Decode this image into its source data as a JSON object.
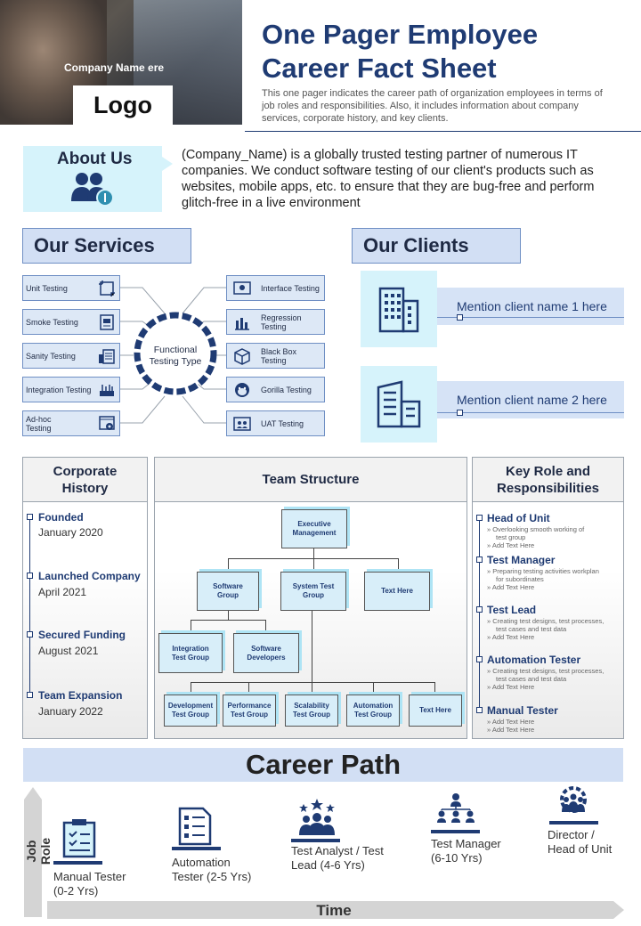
{
  "header": {
    "company_name": "Company Name ere",
    "logo": "Logo",
    "title_line1": "One Pager Employee",
    "title_line2": "Career Fact Sheet",
    "intro": "This one pager indicates the career path of organization employees in terms of job roles and responsibilities. Also, it includes information about company services, corporate history, and key clients."
  },
  "about": {
    "label": "About Us",
    "icon": "users-icon",
    "text": "(Company_Name) is a globally trusted testing partner of numerous IT companies. We conduct software testing of our client's products such as websites, mobile apps, etc. to ensure that they are bug-free and perform glitch-free in a live environment"
  },
  "services": {
    "heading": "Our Services",
    "center_line1": "Functional",
    "center_line2": "Testing Type",
    "left": [
      {
        "label": "Unit Testing",
        "icon": "crop-icon"
      },
      {
        "label": "Smoke Testing",
        "icon": "document-icon"
      },
      {
        "label": "Sanity Testing",
        "icon": "list-icon"
      },
      {
        "label": "Integration Testing",
        "icon": "router-icon"
      },
      {
        "label_line1": "Ad-hoc",
        "label_line2": "Testing",
        "icon": "gear-window-icon"
      }
    ],
    "right": [
      {
        "label": "Interface Testing",
        "icon": "interface-icon"
      },
      {
        "label_line1": "Regression",
        "label_line2": "Testing",
        "icon": "chart-icon"
      },
      {
        "label_line1": "Black Box",
        "label_line2": "Testing",
        "icon": "box-icon"
      },
      {
        "label": "Gorilla Testing",
        "icon": "gorilla-icon"
      },
      {
        "label": "UAT Testing",
        "icon": "people-window-icon"
      }
    ]
  },
  "clients": {
    "heading": "Our Clients",
    "items": [
      {
        "label": "Mention client name 1 here",
        "icon": "building-icon"
      },
      {
        "label": "Mention client name 2 here",
        "icon": "building-icon"
      }
    ]
  },
  "history": {
    "heading_line1": "Corporate",
    "heading_line2": "History",
    "events": [
      {
        "title": "Founded",
        "date": "January 2020"
      },
      {
        "title": "Launched Company",
        "date": "April 2021"
      },
      {
        "title": "Secured Funding",
        "date": "August 2021"
      },
      {
        "title": "Team Expansion",
        "date": "January 2022"
      }
    ]
  },
  "team": {
    "heading": "Team Structure",
    "executive": [
      "Executive",
      "Management"
    ],
    "software_group": [
      "Software",
      "Group"
    ],
    "system_test_group": [
      "System  Test",
      "Group"
    ],
    "text_here_1": "Text Here",
    "integration_group": [
      "Integration",
      "Test Group"
    ],
    "software_developers": [
      "Software",
      "Developers"
    ],
    "development_group": [
      "Development",
      "Test Group"
    ],
    "performance_group": [
      "Performance",
      "Test Group"
    ],
    "scalability_group": [
      "Scalability",
      "Test Group"
    ],
    "automation_group": [
      "Automation",
      "Test Group"
    ],
    "text_here_2": "Text Here"
  },
  "roles": {
    "heading_line1": "Key Role and",
    "heading_line2": "Responsibilities",
    "items": [
      {
        "title": "Head of Unit",
        "lines": [
          "»  Overlooking smooth working of",
          "test group",
          "»  Add Text Here"
        ]
      },
      {
        "title": "Test Manager",
        "lines": [
          "»  Preparing testing activities workplan",
          "for subordinates",
          "»  Add Text Here"
        ]
      },
      {
        "title": "Test Lead",
        "lines": [
          "»  Creating test designs, test processes,",
          "test cases and test data",
          "»  Add Text Here"
        ]
      },
      {
        "title": "Automation Tester",
        "lines": [
          "»  Creating test designs, test processes,",
          "test cases and test data",
          "»  Add Text Here"
        ]
      },
      {
        "title": "Manual Tester",
        "lines": [
          "»  Add Text Here",
          "»  Add Text Here"
        ]
      }
    ]
  },
  "career": {
    "heading": "Career Path",
    "y_label": "Job Role",
    "x_label": "Time",
    "steps": [
      {
        "line1": "Manual Tester",
        "line2": "(0-2 Yrs)",
        "icon": "clipboard-icon"
      },
      {
        "line1": "Automation",
        "line2": "Tester (2-5 Yrs)",
        "icon": "checklist-icon"
      },
      {
        "line1": "Test Analyst / Test",
        "line2": "Lead (4-6 Yrs)",
        "icon": "team-stars-icon"
      },
      {
        "line1": "Test Manager",
        "line2": "(6-10 Yrs)",
        "icon": "hierarchy-icon"
      },
      {
        "line1": "Director /",
        "line2": "Head of Unit",
        "icon": "gear-people-icon"
      }
    ]
  },
  "colors": {
    "navy": "#1f3b73",
    "light_blue": "#d2dff4",
    "cyan": "#d6f3fb"
  }
}
